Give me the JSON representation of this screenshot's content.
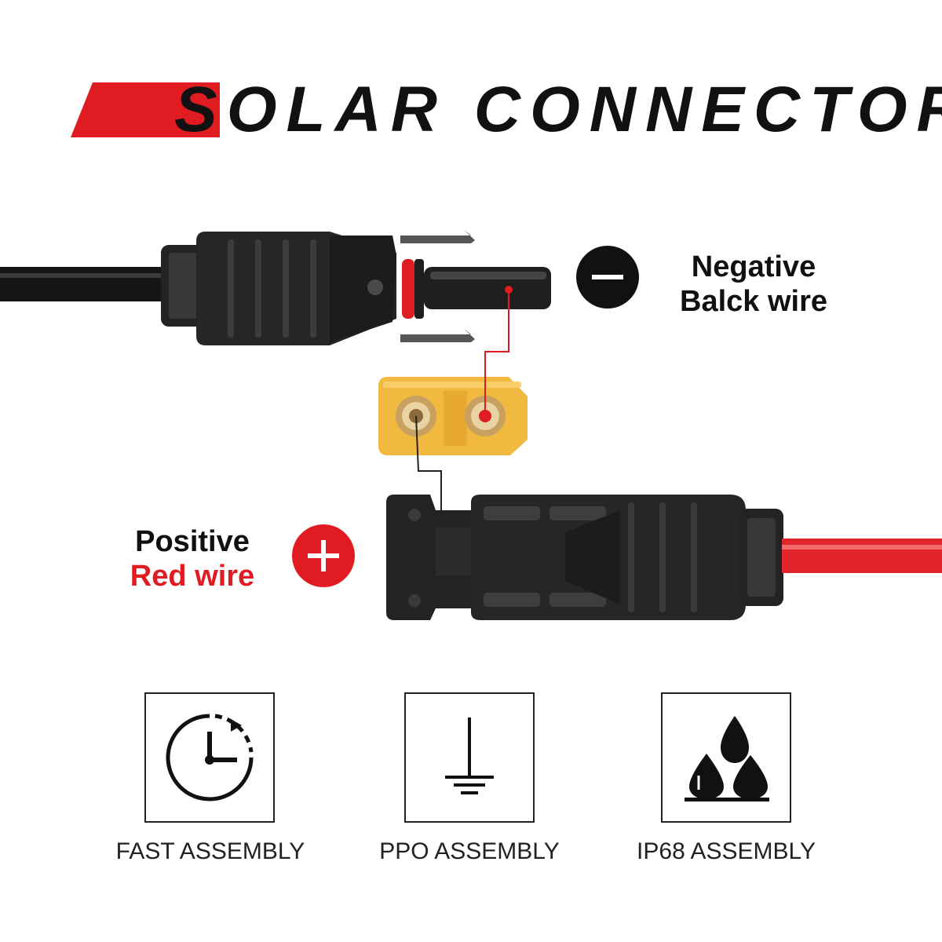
{
  "title": {
    "first_letter": "S",
    "rest": "OLAR CONNECTOR"
  },
  "colors": {
    "accent": "#e11b22",
    "black": "#111111",
    "connector_yellow": "#f2b940",
    "cable_red": "#e1252b"
  },
  "negative": {
    "line1": "Negative",
    "line2": "Balck wire",
    "symbol": "−"
  },
  "positive": {
    "line1": "Positive",
    "line2": "Red wire",
    "symbol": "+"
  },
  "features": [
    {
      "label": "FAST ASSEMBLY",
      "icon": "clock-icon"
    },
    {
      "label": "PPO ASSEMBLY",
      "icon": "ground-icon"
    },
    {
      "label": "IP68 ASSEMBLY",
      "icon": "water-drops-icon"
    }
  ]
}
